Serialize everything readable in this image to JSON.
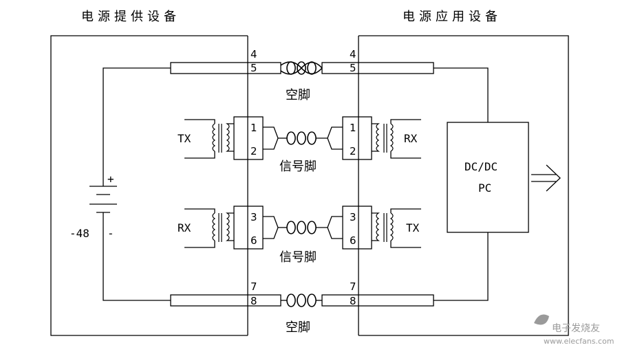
{
  "titles": {
    "left": "电源提供设备",
    "right": "电源应用设备"
  },
  "pins": {
    "top_left_a": "4",
    "top_left_b": "5",
    "top_right_a": "4",
    "top_right_b": "5",
    "sig1_left_a": "1",
    "sig1_left_b": "2",
    "sig1_right_a": "1",
    "sig1_right_b": "2",
    "sig2_left_a": "3",
    "sig2_left_b": "6",
    "sig2_right_a": "3",
    "sig2_right_b": "6",
    "bot_left_a": "7",
    "bot_left_b": "8",
    "bot_right_a": "7",
    "bot_right_b": "8"
  },
  "labels": {
    "spare_top": "空脚",
    "signal_1": "信号脚",
    "signal_2": "信号脚",
    "spare_bottom": "空脚",
    "tx_left": "TX",
    "rx_right": "RX",
    "rx_left": "RX",
    "tx_right": "TX",
    "plus": "+",
    "minus": "-",
    "voltage": "-48",
    "converter_line1": "DC/DC",
    "converter_line2": "PC"
  },
  "watermark": {
    "brand": "电子发烧友",
    "url": "www.elecfans.com"
  }
}
